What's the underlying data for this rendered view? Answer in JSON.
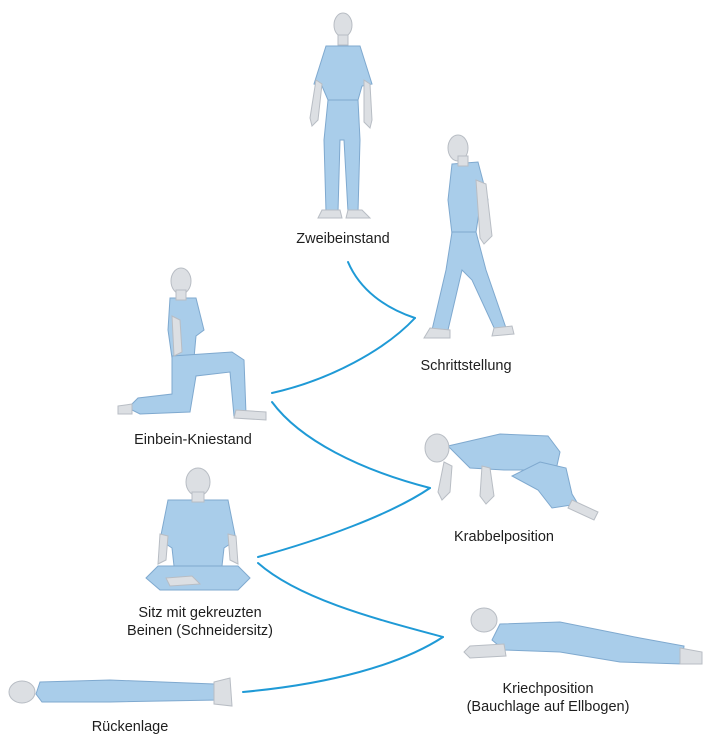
{
  "colors": {
    "connector": "#1f9ad6",
    "skin": "#dcdfe3",
    "skin_shade": "#b8bdc4",
    "clothing": "#a9cdea",
    "clothing_shade": "#7fa9cf",
    "label_text": "#1e1e1e",
    "background": "#ffffff"
  },
  "positions": [
    {
      "id": "zweibeinstand",
      "lines": [
        "Zweibeinstand"
      ]
    },
    {
      "id": "schrittstellung",
      "lines": [
        "Schrittstellung"
      ]
    },
    {
      "id": "einbein-kniestand",
      "lines": [
        "Einbein-Kniestand"
      ]
    },
    {
      "id": "krabbelposition",
      "lines": [
        "Krabbelposition"
      ]
    },
    {
      "id": "schneidersitz",
      "lines": [
        "Sitz mit gekreuzten",
        "Beinen (Schneidersitz)"
      ]
    },
    {
      "id": "kriechposition",
      "lines": [
        "Kriechposition",
        "(Bauchlage auf Ellbogen)"
      ]
    },
    {
      "id": "rueckenlage",
      "lines": [
        "Rückenlage"
      ]
    }
  ],
  "sequence": [
    "rueckenlage",
    "kriechposition",
    "schneidersitz",
    "krabbelposition",
    "einbein-kniestand",
    "schrittstellung",
    "zweibeinstand"
  ]
}
